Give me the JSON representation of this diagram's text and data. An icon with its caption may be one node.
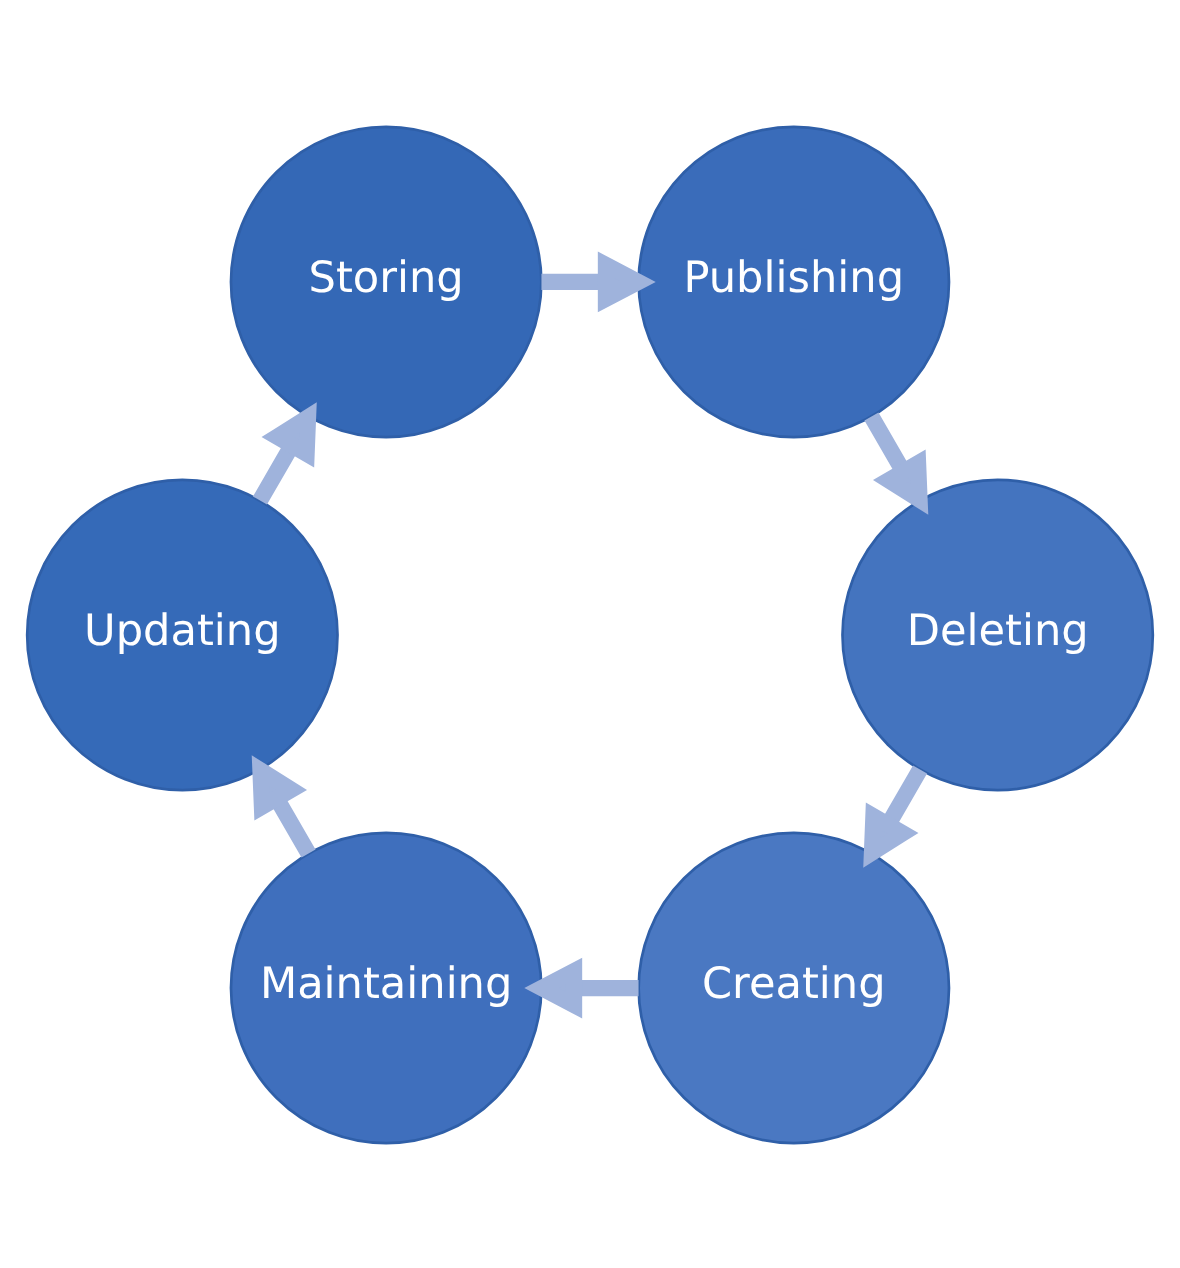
{
  "diagram": {
    "nodes": [
      {
        "text": [
          "Creating"
        ]
      },
      {
        "text": [
          "Maintaining"
        ]
      },
      {
        "text": [
          "Updating"
        ]
      },
      {
        "text": [
          "Storing"
        ]
      },
      {
        "text": [
          "Publishing"
        ]
      },
      {
        "text": [
          "Deleting"
        ]
      }
    ],
    "edges": [
      {
        "from": 0,
        "to": 1,
        "arrow": "to"
      },
      {
        "from": 1,
        "to": 2,
        "arrow": "to"
      },
      {
        "from": 2,
        "to": 3,
        "arrow": "to"
      },
      {
        "from": 3,
        "to": 4,
        "arrow": "to"
      },
      {
        "from": 4,
        "to": 5,
        "arrow": "to"
      },
      {
        "from": 5,
        "to": 0,
        "arrow": "to"
      }
    ]
  }
}
